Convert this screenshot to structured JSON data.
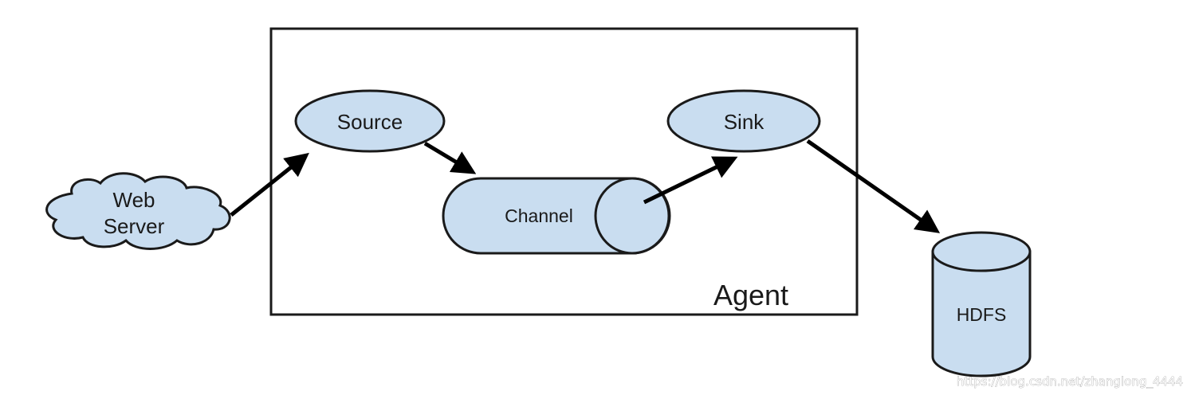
{
  "nodes": {
    "web_server": {
      "line1": "Web",
      "line2": "Server"
    },
    "source": {
      "label": "Source"
    },
    "channel": {
      "label": "Channel"
    },
    "sink": {
      "label": "Sink"
    },
    "hdfs": {
      "label": "HDFS"
    }
  },
  "agent": {
    "label": "Agent"
  },
  "watermark": "https://blog.csdn.net/zhanglong_4444",
  "colors": {
    "node_fill": "#c9ddf0",
    "stroke": "#1a1a1a",
    "arrow": "#000000"
  }
}
